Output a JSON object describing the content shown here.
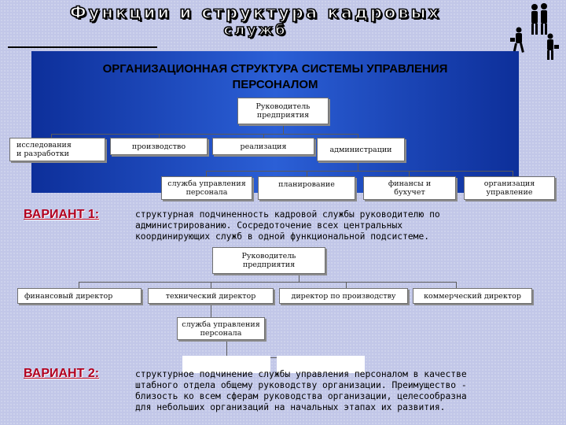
{
  "header": {
    "title_line1": "Функции и структура кадровых",
    "title_line2": "служб"
  },
  "structure_title_line1": "ОРГАНИЗАЦИОННАЯ СТРУКТУРА СИСТЕМЫ УПРАВЛЕНИЯ",
  "structure_title_line2": "ПЕРСОНАЛОМ",
  "diagram1": {
    "root": "Руководитель\nпредприятия",
    "level1": [
      "исследования\nи разработки",
      "производство",
      "реализация",
      "администрации"
    ],
    "level2": [
      "служба управления\nперсонала",
      "планирование",
      "финансы и\nбухучет",
      "организация\nуправление"
    ]
  },
  "variant1": {
    "label": "ВАРИАНТ 1:",
    "text": "структурная подчиненность кадровой службы руководителю по\nадминистрированию. Сосредоточение всех центральных\nкоординирующих служб в одной функциональной подсистеме."
  },
  "diagram2": {
    "root": "Руководитель\nпредприятия",
    "level1": [
      "финансовый директор",
      "технический директор",
      "директор по производству",
      "коммерческий директор"
    ],
    "level2": [
      "служба управления\nперсонала"
    ]
  },
  "variant2": {
    "label": "ВАРИАНТ 2:",
    "text": "структурное подчинение службы управления персоналом в качестве\nштабного отдела общему руководству организации. Преимущество -\nблизость ко всем сферам руководства организации, целесообразна\nдля небольших организаций на начальных этапах их развития."
  }
}
